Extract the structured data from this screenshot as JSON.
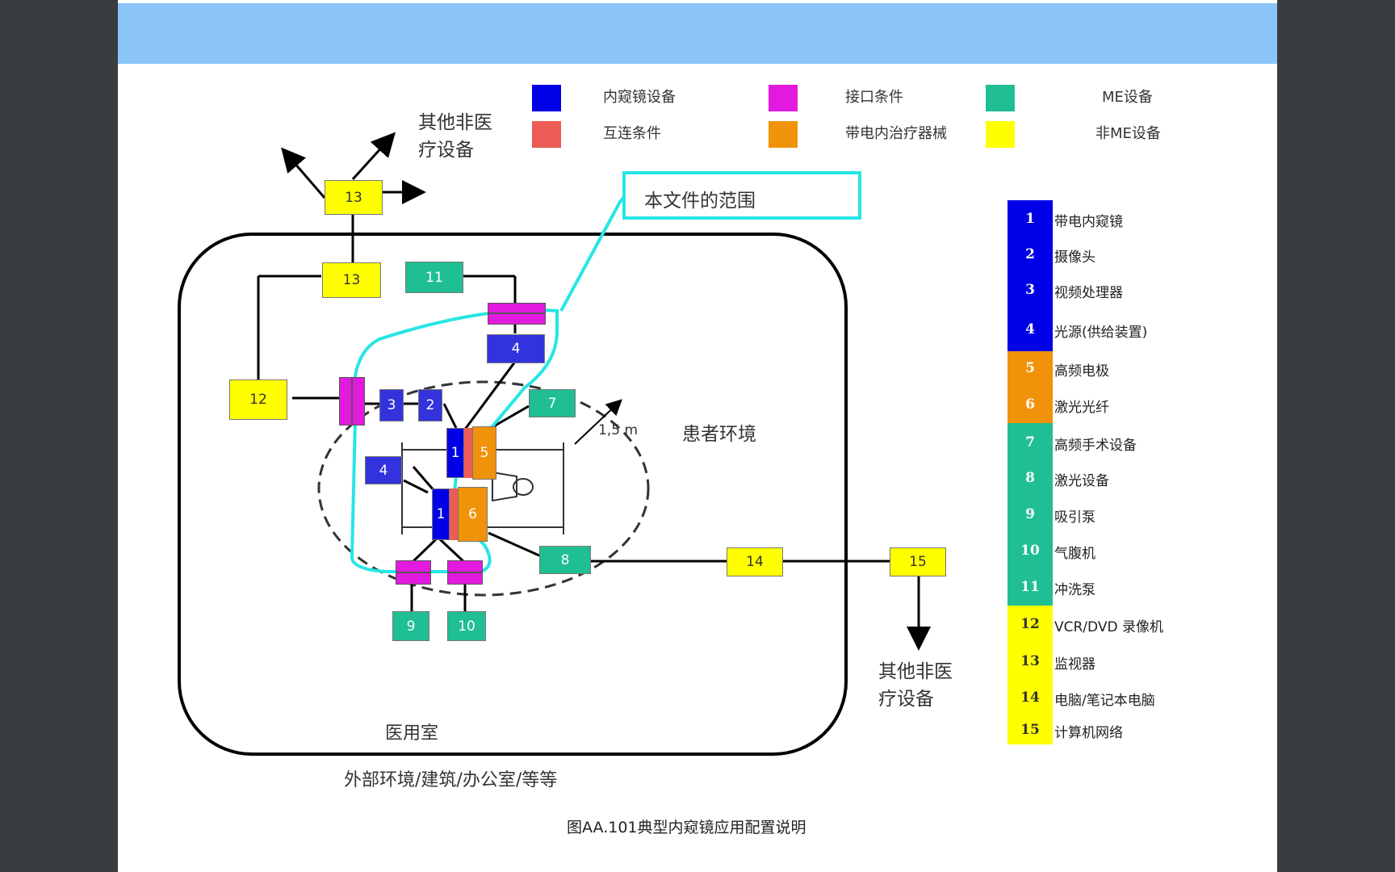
{
  "legend_top": [
    {
      "label": "内窥镜设备",
      "color": "#0000e6"
    },
    {
      "label": "互连条件",
      "color": "#ec5c54"
    },
    {
      "label": "接口条件",
      "color": "#e21ae0"
    },
    {
      "label": "带电内治疗器械",
      "color": "#f0920a"
    },
    {
      "label": "ME设备",
      "color": "#1fbf93"
    },
    {
      "label": "非ME设备",
      "color": "#ffff00"
    }
  ],
  "scope_label": "本文件的范围",
  "other_equipment_label": "其他非医疗设备",
  "patient_env_label": "患者环境",
  "distance_label": "1,5 m",
  "room_label": "医用室",
  "outside_label": "外部环境/建筑/办公室/等等",
  "caption": "图AA.101典型内窥镜应用配置说明",
  "nodes": {
    "n13a": "13",
    "n13b": "13",
    "n11": "11",
    "n12": "12",
    "n4a": "4",
    "n3": "3",
    "n2": "2",
    "n7": "7",
    "n1a": "1",
    "n5": "5",
    "n4b": "4",
    "n1b": "1",
    "n6": "6",
    "n8": "8",
    "n9": "9",
    "n10": "10",
    "n14": "14",
    "n15": "15"
  },
  "legend_right": [
    {
      "num": "1",
      "label": "带电内窥镜",
      "color": "#0000e6"
    },
    {
      "num": "2",
      "label": "摄像头",
      "color": "#0000e6"
    },
    {
      "num": "3",
      "label": "视频处理器",
      "color": "#0000e6"
    },
    {
      "num": "4",
      "label": "光源(供给装置)",
      "color": "#0000e6"
    },
    {
      "num": "5",
      "label": "高频电极",
      "color": "#f0920a"
    },
    {
      "num": "6",
      "label": "激光光纤",
      "color": "#f0920a"
    },
    {
      "num": "7",
      "label": "高频手术设备",
      "color": "#1fbf93"
    },
    {
      "num": "8",
      "label": "激光设备",
      "color": "#1fbf93"
    },
    {
      "num": "9",
      "label": "吸引泵",
      "color": "#1fbf93"
    },
    {
      "num": "10",
      "label": "气腹机",
      "color": "#1fbf93"
    },
    {
      "num": "11",
      "label": "冲洗泵",
      "color": "#1fbf93"
    },
    {
      "num": "12",
      "label": "VCR/DVD 录像机",
      "color": "#ffff00"
    },
    {
      "num": "13",
      "label": "监视器",
      "color": "#ffff00"
    },
    {
      "num": "14",
      "label": "电脑/笔记本电脑",
      "color": "#ffff00"
    },
    {
      "num": "15",
      "label": "计算机网络",
      "color": "#ffff00"
    }
  ]
}
